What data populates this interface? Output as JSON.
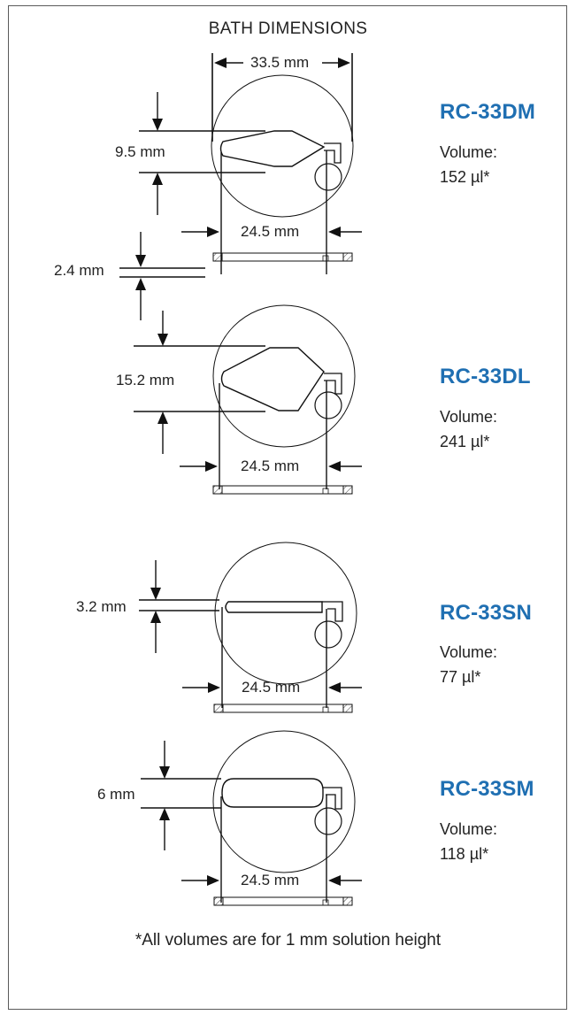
{
  "title": "BATH DIMENSIONS",
  "footnote": "*All volumes are for 1 mm solution height",
  "top_dimension": "33.5 mm",
  "gap_dimension": "2.4 mm",
  "baths": [
    {
      "model": "RC-33DM",
      "volume_label": "Volume:",
      "volume": "152 µl*",
      "height_dim": "9.5 mm",
      "width_dim": "24.5 mm"
    },
    {
      "model": "RC-33DL",
      "volume_label": "Volume:",
      "volume": "241 µl*",
      "height_dim": "15.2 mm",
      "width_dim": "24.5 mm"
    },
    {
      "model": "RC-33SN",
      "volume_label": "Volume:",
      "volume": "77 µl*",
      "height_dim": "3.2 mm",
      "width_dim": "24.5 mm"
    },
    {
      "model": "RC-33SM",
      "volume_label": "Volume:",
      "volume": "118 µl*",
      "height_dim": "6 mm",
      "width_dim": "24.5 mm"
    }
  ]
}
